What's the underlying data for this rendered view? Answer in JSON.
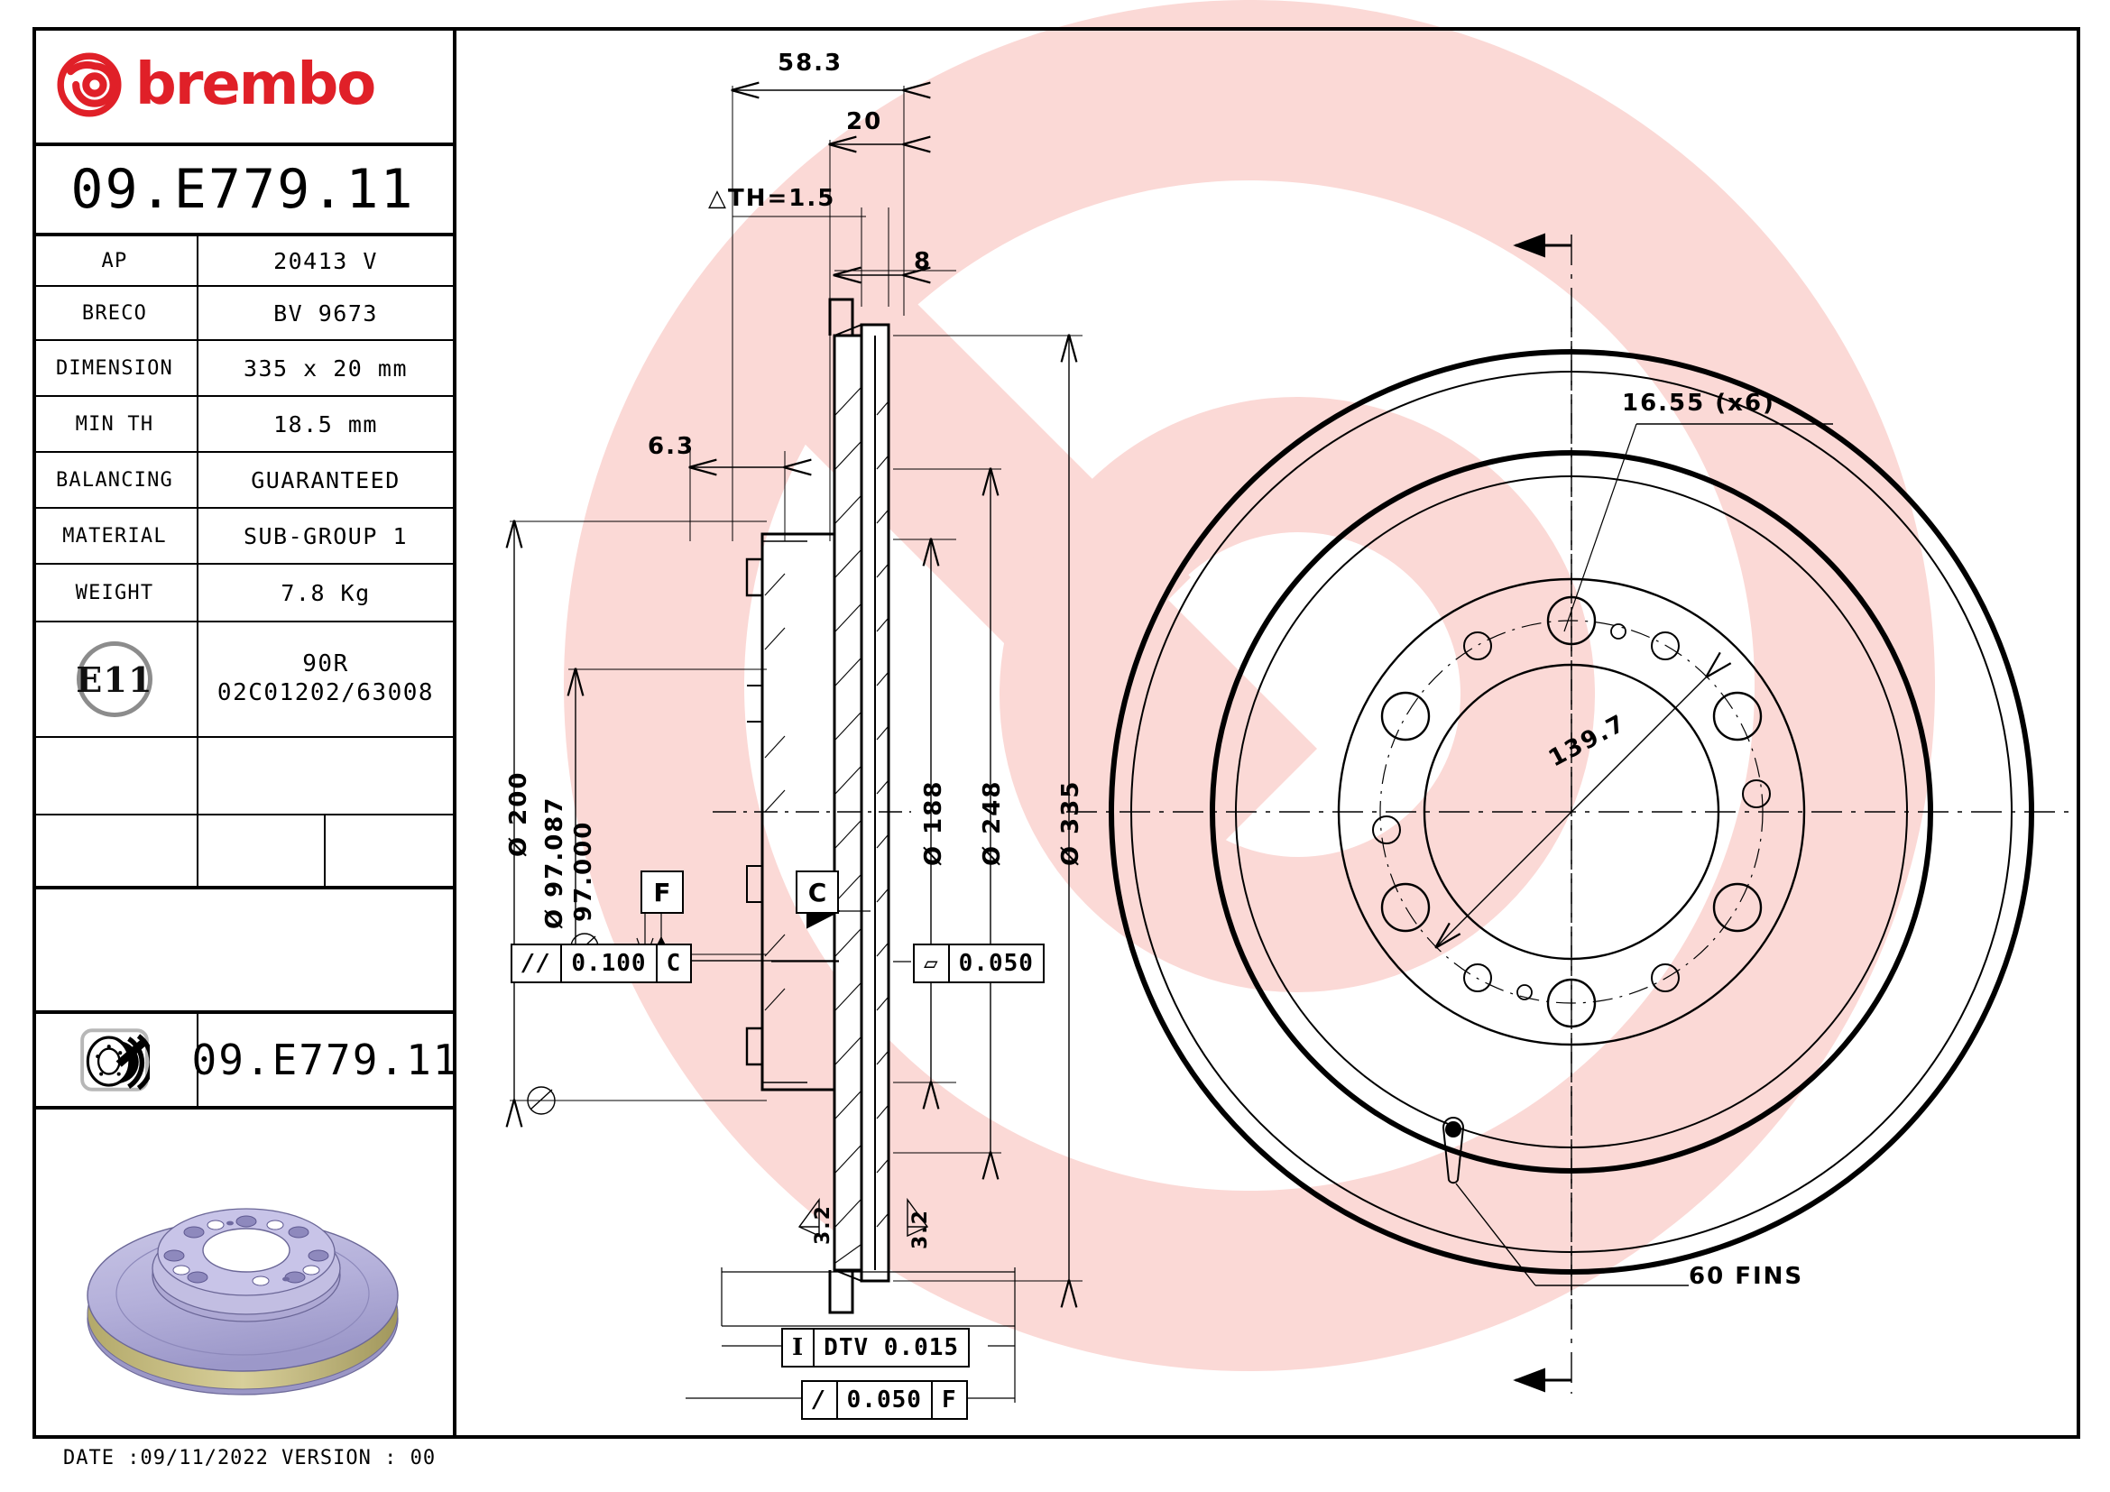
{
  "brand": {
    "name": "brembo",
    "logo_color": "#e02028"
  },
  "part": {
    "code": "09.E779.11",
    "code_repeat": "09.E779.11"
  },
  "spec_table": {
    "rows": [
      {
        "label": "AP",
        "value": "20413 V"
      },
      {
        "label": "BRECO",
        "value": "BV 9673"
      },
      {
        "label": "DIMENSION",
        "value": "335 x 20 mm"
      },
      {
        "label": "MIN TH",
        "value": "18.5 mm"
      },
      {
        "label": "BALANCING",
        "value": "GUARANTEED"
      },
      {
        "label": "MATERIAL",
        "value": "SUB-GROUP 1"
      },
      {
        "label": "WEIGHT",
        "value": "7.8 Kg"
      }
    ],
    "homologation": {
      "badge": "E11",
      "line1": "90R",
      "line2": "02C01202/63008"
    },
    "empty_rows": 2
  },
  "footer": {
    "text": "DATE :09/11/2022 VERSION : 00"
  },
  "section_view": {
    "overall_width": "58.3",
    "hat_depth": "20",
    "th_tolerance": "△TH=1.5",
    "face_thickness": "8",
    "hat_offset": "6.3",
    "dia_200": "Ø 200",
    "dia_bore_max": "Ø 97.087",
    "dia_bore_min": "97.000",
    "dia_188": "Ø 188",
    "dia_248": "Ø 248",
    "dia_335": "Ø 335",
    "roughness_left": "3.2",
    "roughness_right": "3.2",
    "datum_f": "F",
    "datum_c": "C",
    "tol_parallel": {
      "symbol": "//",
      "value": "0.100",
      "datum": "C"
    },
    "tol_flatness": {
      "symbol": "▱",
      "value": "0.050"
    },
    "tol_dtv": {
      "symbol": "I",
      "value": "DTV 0.015"
    },
    "tol_runout": {
      "symbol": "/",
      "value": "0.050",
      "datum": "F"
    }
  },
  "face_view": {
    "hole_dia": "16.55 (x6)",
    "bolt_circle": "139.7",
    "fins": "60 FINS"
  }
}
